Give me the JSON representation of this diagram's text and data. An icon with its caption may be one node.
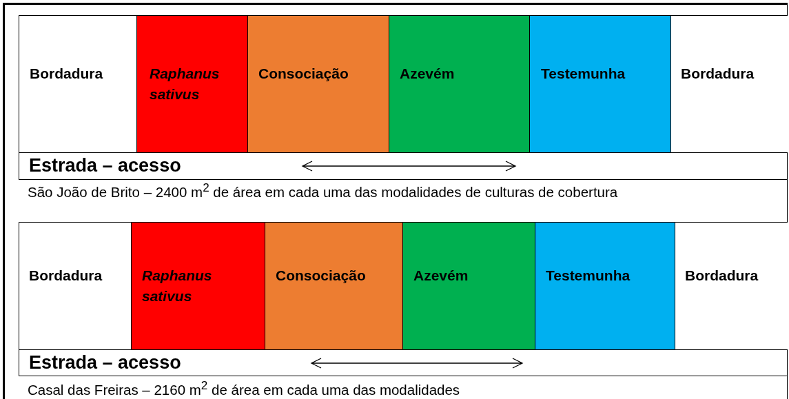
{
  "diagram": {
    "nodes": [
      {
        "text": [
          "Estrada – acesso"
        ],
        "beside": [
          "São João de Brito – 2400 m$^{2}$ de área em cada uma das modalidades de culturas de cobertura"
        ]
      },
      {
        "text": [
          "Bordadura"
        ],
        "in": 0
      },
      {
        "text": [
          "Raphanus sativus"
        ],
        "in": 0
      },
      {
        "text": [
          "Consociação"
        ],
        "in": 0
      },
      {
        "text": [
          "Azevém"
        ],
        "in": 0
      },
      {
        "text": [
          "Testemunha"
        ],
        "in": 0
      },
      {
        "text": [
          "Bordadura"
        ],
        "in": 0
      },
      {
        "text": [
          "Estrada – acesso"
        ],
        "beside": [
          "Casal das Freiras – 2160 m$^{2}$ de área em cada uma das modalidades"
        ]
      },
      {
        "text": [
          "Bordadura"
        ],
        "in": 7
      },
      {
        "text": [
          "Raphanus sativus"
        ],
        "in": 7
      },
      {
        "text": [
          "Consociação"
        ],
        "in": 7
      },
      {
        "text": [
          "Azevém"
        ],
        "in": 7
      },
      {
        "text": [
          "Testemunha"
        ],
        "in": 7
      },
      {
        "text": [
          "Bordadura"
        ],
        "in": 7
      }
    ]
  }
}
